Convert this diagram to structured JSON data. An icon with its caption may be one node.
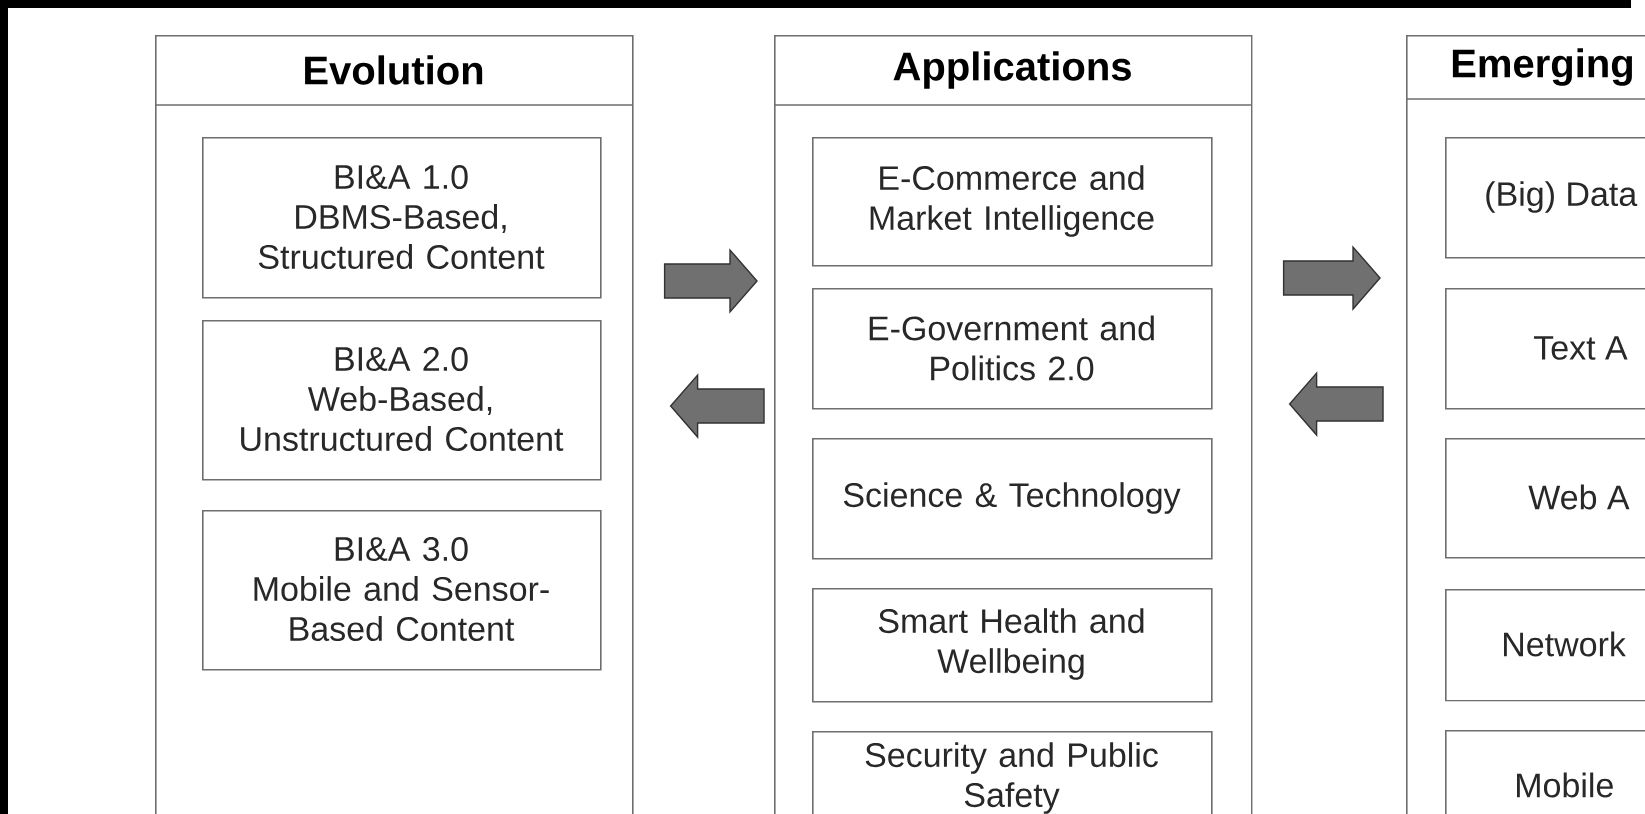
{
  "diagram": {
    "nodes": [
      {
        "text": [
          "Evolution"
        ]
      },
      {
        "text": [
          "BI&A 1.0",
          "DBMS-Based, Structured Content"
        ],
        "in": 0
      },
      {
        "text": [
          "BI&A 2.0",
          "Web-Based, Unstructured Content"
        ],
        "in": 0
      },
      {
        "text": [
          "BI&A 3.0",
          "Mobile and Sensor-Based Content"
        ],
        "in": 0
      },
      {
        "text": [
          "Applications"
        ]
      },
      {
        "text": [
          "E-Commerce and Market Intelligence"
        ],
        "in": 4
      },
      {
        "text": [
          "E-Government and Politics 2.0"
        ],
        "in": 4
      },
      {
        "text": [
          "Science & Technology"
        ],
        "in": 4
      },
      {
        "text": [
          "Smart Health and Wellbeing"
        ],
        "in": 4
      },
      {
        "text": [
          "Security and Public Safety"
        ],
        "in": 4
      },
      {
        "text": [
          "Emerging"
        ]
      },
      {
        "text": [
          "(Big) Data"
        ],
        "in": 10
      },
      {
        "text": [
          "Text A"
        ],
        "in": 10
      },
      {
        "text": [
          "Web A"
        ],
        "in": 10
      },
      {
        "text": [
          "Network"
        ],
        "in": 10
      },
      {
        "text": [
          "Mobile"
        ],
        "in": 10
      }
    ],
    "edges": [
      {
        "from": 0,
        "to": 4,
        "arrow": "to"
      },
      {
        "from": 4,
        "to": 0,
        "arrow": "to"
      },
      {
        "from": 4,
        "to": 10,
        "arrow": "to"
      },
      {
        "from": 10,
        "to": 4,
        "arrow": "to"
      }
    ]
  }
}
